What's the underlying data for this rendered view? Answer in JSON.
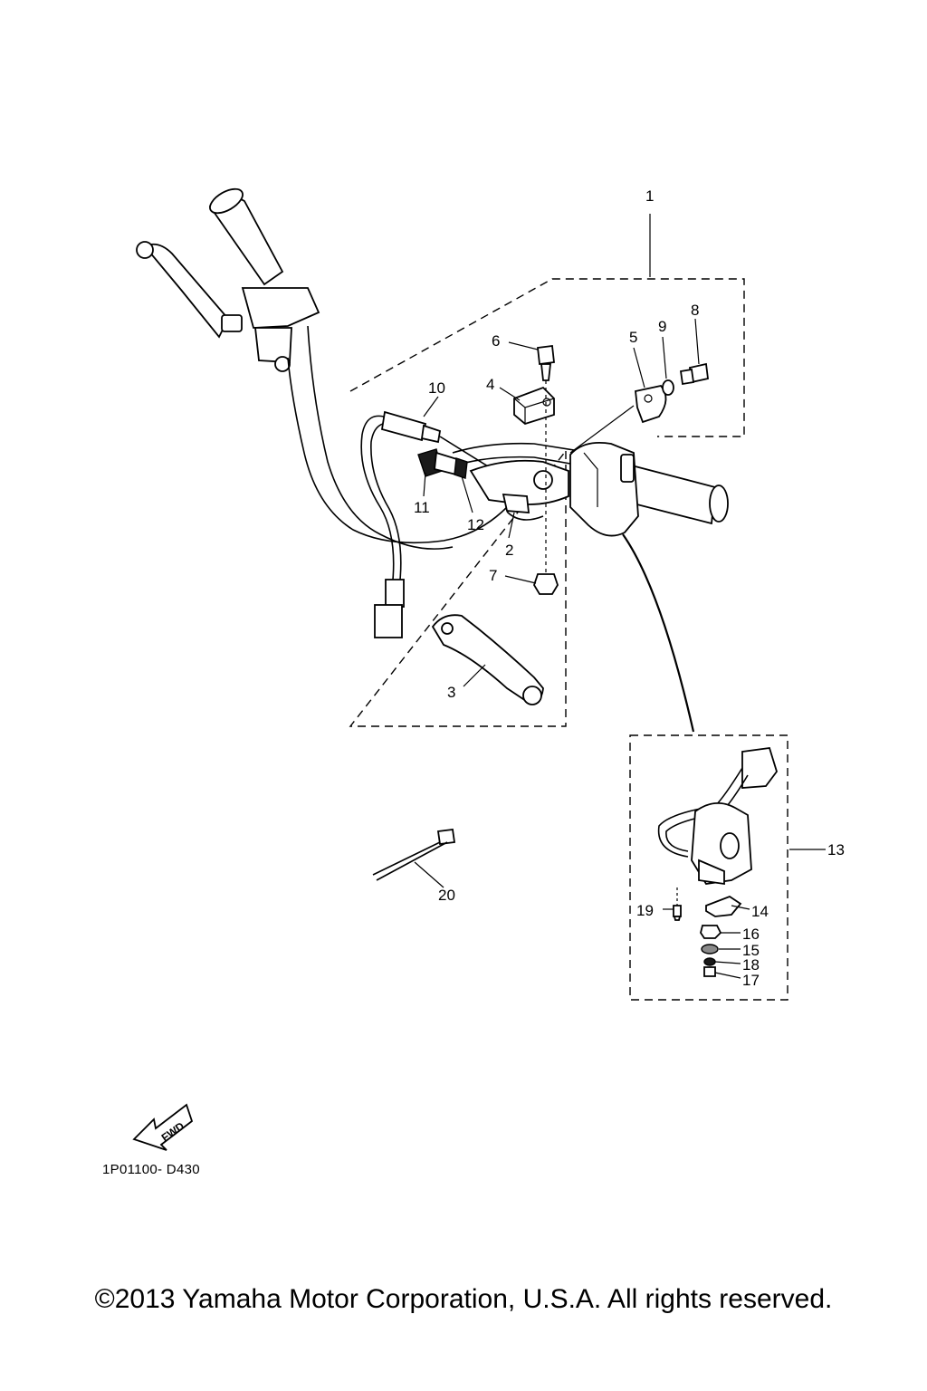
{
  "diagram": {
    "callouts": [
      "1",
      "2",
      "3",
      "4",
      "5",
      "6",
      "7",
      "8",
      "9",
      "10",
      "11",
      "12",
      "13",
      "14",
      "15",
      "16",
      "17",
      "18",
      "19",
      "20"
    ],
    "fwd_label": "FWD",
    "ref_code": "1P01100- D430",
    "copyright": "©2013 Yamaha Motor Corporation, U.S.A. All rights reserved."
  }
}
